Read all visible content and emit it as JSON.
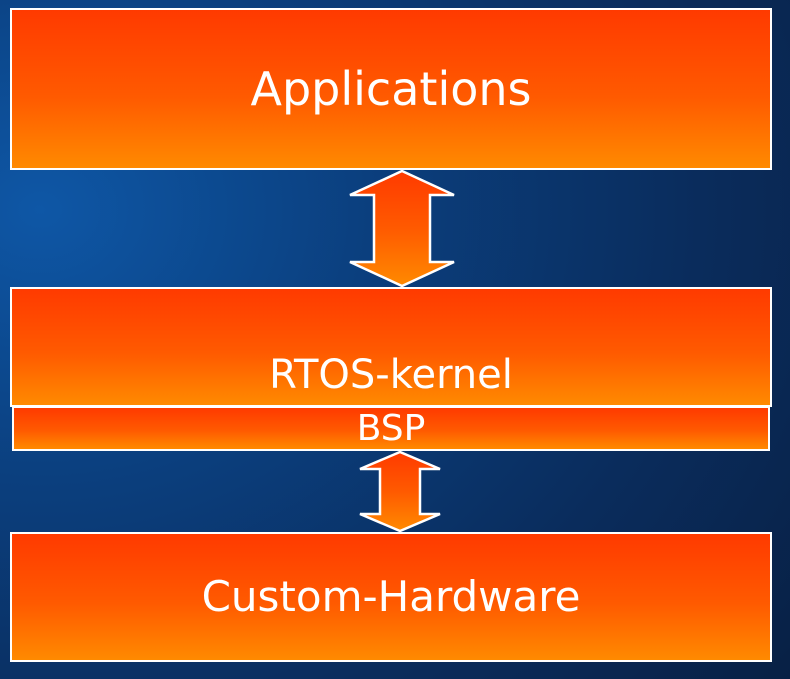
{
  "diagram": {
    "layers": {
      "applications": "Applications",
      "rtos_kernel": "RTOS-kernel",
      "bsp": "BSP",
      "custom_hardware": "Custom-Hardware"
    }
  },
  "colors": {
    "box_top": "#ff3a00",
    "box_bottom": "#ff8a00",
    "border": "#ffffff",
    "background": "#0a2c5c"
  },
  "icons": {
    "connector": "double-headed-vertical-arrow"
  }
}
